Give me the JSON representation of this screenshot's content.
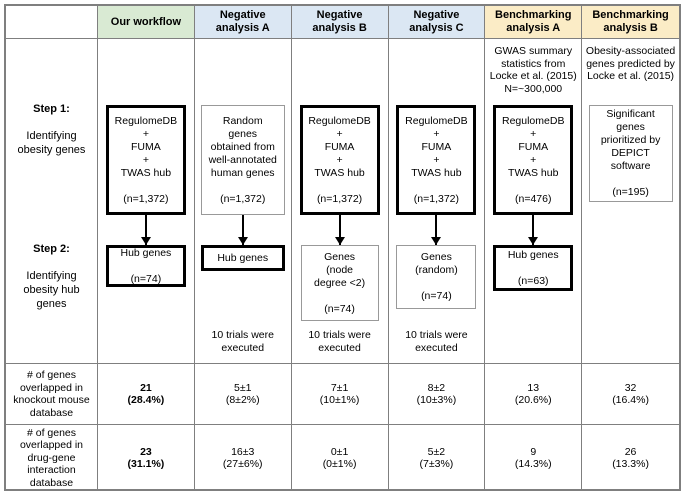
{
  "colors": {
    "our_workflow": "#d9ead3",
    "negative": "#dbe7f3",
    "benchmarking": "#fbecc6"
  },
  "header": {
    "our_workflow": "Our workflow",
    "neg_a": "Negative\nanalysis A",
    "neg_b": "Negative\nanalysis B",
    "neg_c": "Negative\nanalysis C",
    "bench_a": "Benchmarking\nanalysis A",
    "bench_b": "Benchmarking\nanalysis B"
  },
  "row_labels": {
    "step1_title": "Step 1:",
    "step1_desc": "Identifying\nobesity genes",
    "step2_title": "Step 2:",
    "step2_desc": "Identifying\nobesity hub\ngenes",
    "knockout": "# of genes\noverlapped in\nknockout mouse\ndatabase",
    "druggene": "# of genes\noverlapped in\ndrug-gene\ninteraction\ndatabase"
  },
  "flow": {
    "our_workflow": {
      "step1_box": "RegulomeDB\n+\nFUMA\n+\nTWAS hub\n\n(n=1,372)",
      "step2_box": "Hub genes\n\n(n=74)"
    },
    "neg_a": {
      "step1_box": "Random\ngenes\nobtained from\nwell-annotated\nhuman genes\n\n(n=1,372)",
      "step2_box": "Hub genes",
      "trials": "10 trials were\nexecuted"
    },
    "neg_b": {
      "step1_box": "RegulomeDB\n+\nFUMA\n+\nTWAS hub\n\n(n=1,372)",
      "step2_box": "Genes\n(node\ndegree <2)\n\n(n=74)",
      "trials": "10 trials were\nexecuted"
    },
    "neg_c": {
      "step1_box": "RegulomeDB\n+\nFUMA\n+\nTWAS hub\n\n(n=1,372)",
      "step2_box": "Genes\n(random)\n\n(n=74)",
      "trials": "10 trials were\nexecuted"
    },
    "bench_a": {
      "note": "GWAS summary\nstatistics from\nLocke et al. (2015)\nN=~300,000",
      "step1_box": "RegulomeDB\n+\nFUMA\n+\nTWAS hub\n\n(n=476)",
      "step2_box": "Hub genes\n\n(n=63)"
    },
    "bench_b": {
      "note": "Obesity-associated\ngenes predicted by\nLocke et al. (2015)",
      "step1_box": "Significant\ngenes\nprioritized by\nDEPICT\nsoftware\n\n(n=195)"
    }
  },
  "results": {
    "knockout": {
      "our_workflow": "21\n(28.4%)",
      "neg_a": "5±1\n(8±2%)",
      "neg_b": "7±1\n(10±1%)",
      "neg_c": "8±2\n(10±3%)",
      "bench_a": "13\n(20.6%)",
      "bench_b": "32\n(16.4%)"
    },
    "druggene": {
      "our_workflow": "23\n(31.1%)",
      "neg_a": "16±3\n(27±6%)",
      "neg_b": "0±1\n(0±1%)",
      "neg_c": "5±2\n(7±3%)",
      "bench_a": "9\n(14.3%)",
      "bench_b": "26\n(13.3%)"
    }
  }
}
